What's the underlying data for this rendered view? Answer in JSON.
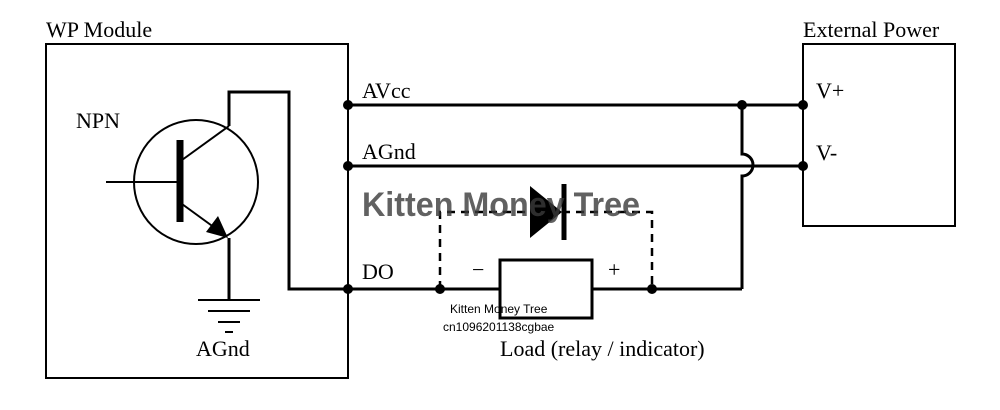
{
  "labels": {
    "module_title": "WP Module",
    "power_title": "External Power",
    "npn": "NPN",
    "avcc": "AVcc",
    "agnd_line": "AGnd",
    "do": "DO",
    "agnd_ground": "AGnd",
    "v_plus": "V+",
    "v_minus": "V-",
    "load_minus": "−",
    "load_plus": "+",
    "load_caption": "Load (relay / indicator)"
  },
  "watermarks": {
    "main": "Kitten Money Tree",
    "small_name": "Kitten Money Tree",
    "small_code": "cn1096201138cgbae"
  }
}
